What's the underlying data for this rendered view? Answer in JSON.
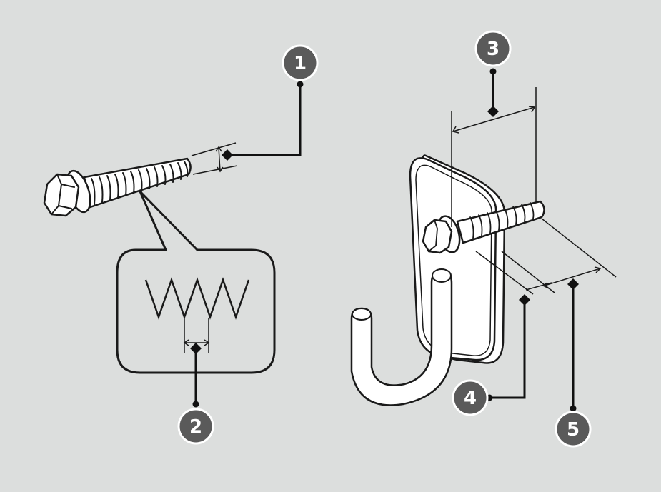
{
  "callouts": [
    {
      "id": "1",
      "label": "1"
    },
    {
      "id": "2",
      "label": "2"
    },
    {
      "id": "3",
      "label": "3"
    },
    {
      "id": "4",
      "label": "4"
    },
    {
      "id": "5",
      "label": "5"
    }
  ],
  "colors": {
    "background": "#dcdedd",
    "callout_fill": "#5a5a5a",
    "callout_ring": "#ffffff",
    "line": "#1a1a1a",
    "part_fill": "#ffffff"
  }
}
